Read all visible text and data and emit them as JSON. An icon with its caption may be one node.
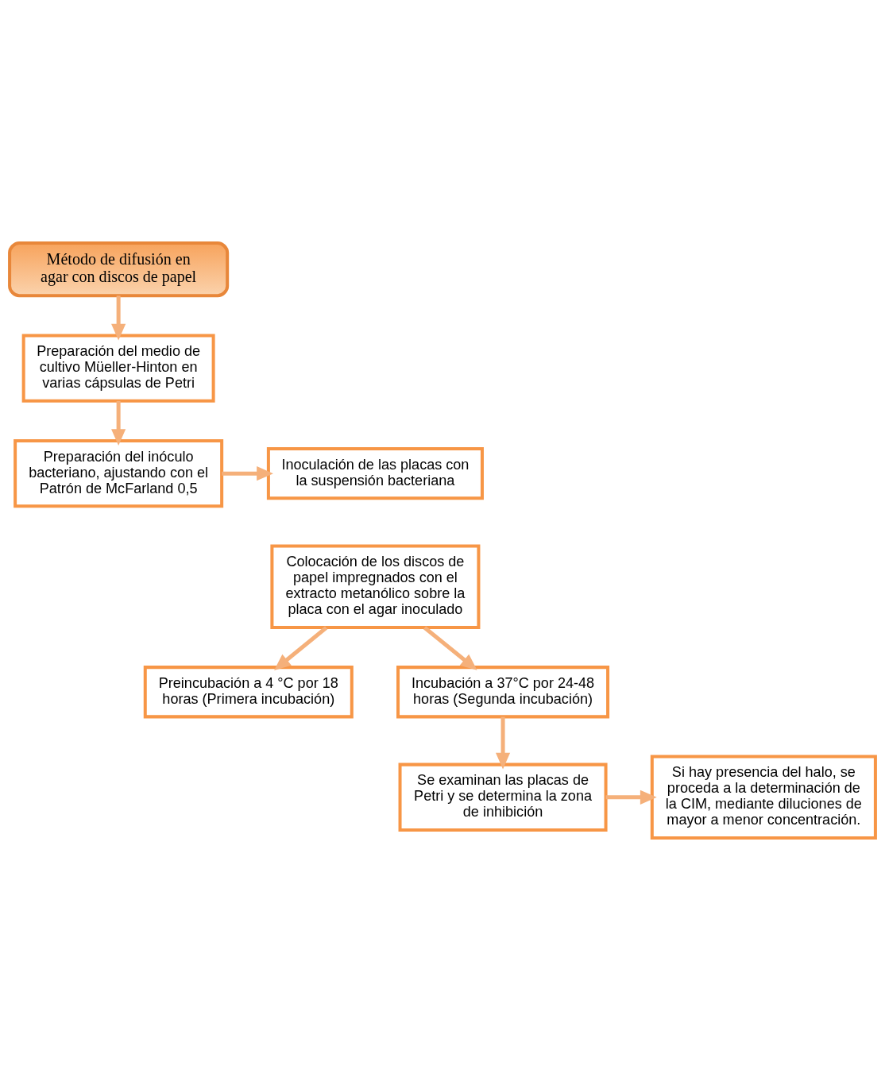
{
  "diagram": {
    "nodes": [
      {
        "text": [
          "Método de difusión en agar con discos de papel"
        ]
      },
      {
        "text": [
          "Preparación del medio de cultivo Müeller-Hinton en varias cápsulas de Petri"
        ]
      },
      {
        "text": [
          "Preparación del inóculo bacteriano, ajustando con el Patrón de McFarland 0,5"
        ]
      },
      {
        "text": [
          "Inoculación de las placas con la suspensión bacteriana"
        ]
      },
      {
        "text": [
          "Colocación de los discos de papel impregnados con el extracto metanólico sobre la placa con el agar inoculado"
        ]
      },
      {
        "text": [
          "Preincubación a 4 °C por 18 horas (Primera incubación)"
        ]
      },
      {
        "text": [
          "Incubación a 37°C por 24-48 horas (Segunda incubación)"
        ]
      },
      {
        "text": [
          "Se examinan las placas de Petri y se determina la zona de inhibición"
        ]
      },
      {
        "text": [
          "Si hay presencia del halo, se proceda a la determinación de la CIM, mediante diluciones de mayor a menor concentración."
        ]
      }
    ],
    "edges": [
      {
        "from": 0,
        "to": 1,
        "arrow": "to"
      },
      {
        "from": 1,
        "to": 2,
        "arrow": "to"
      },
      {
        "from": 2,
        "to": 3,
        "arrow": "to"
      },
      {
        "from": 4,
        "to": 5,
        "arrow": "to"
      },
      {
        "from": 4,
        "to": 6,
        "arrow": "to"
      },
      {
        "from": 6,
        "to": 7,
        "arrow": "to"
      },
      {
        "from": 7,
        "to": 8,
        "arrow": "to"
      }
    ]
  }
}
